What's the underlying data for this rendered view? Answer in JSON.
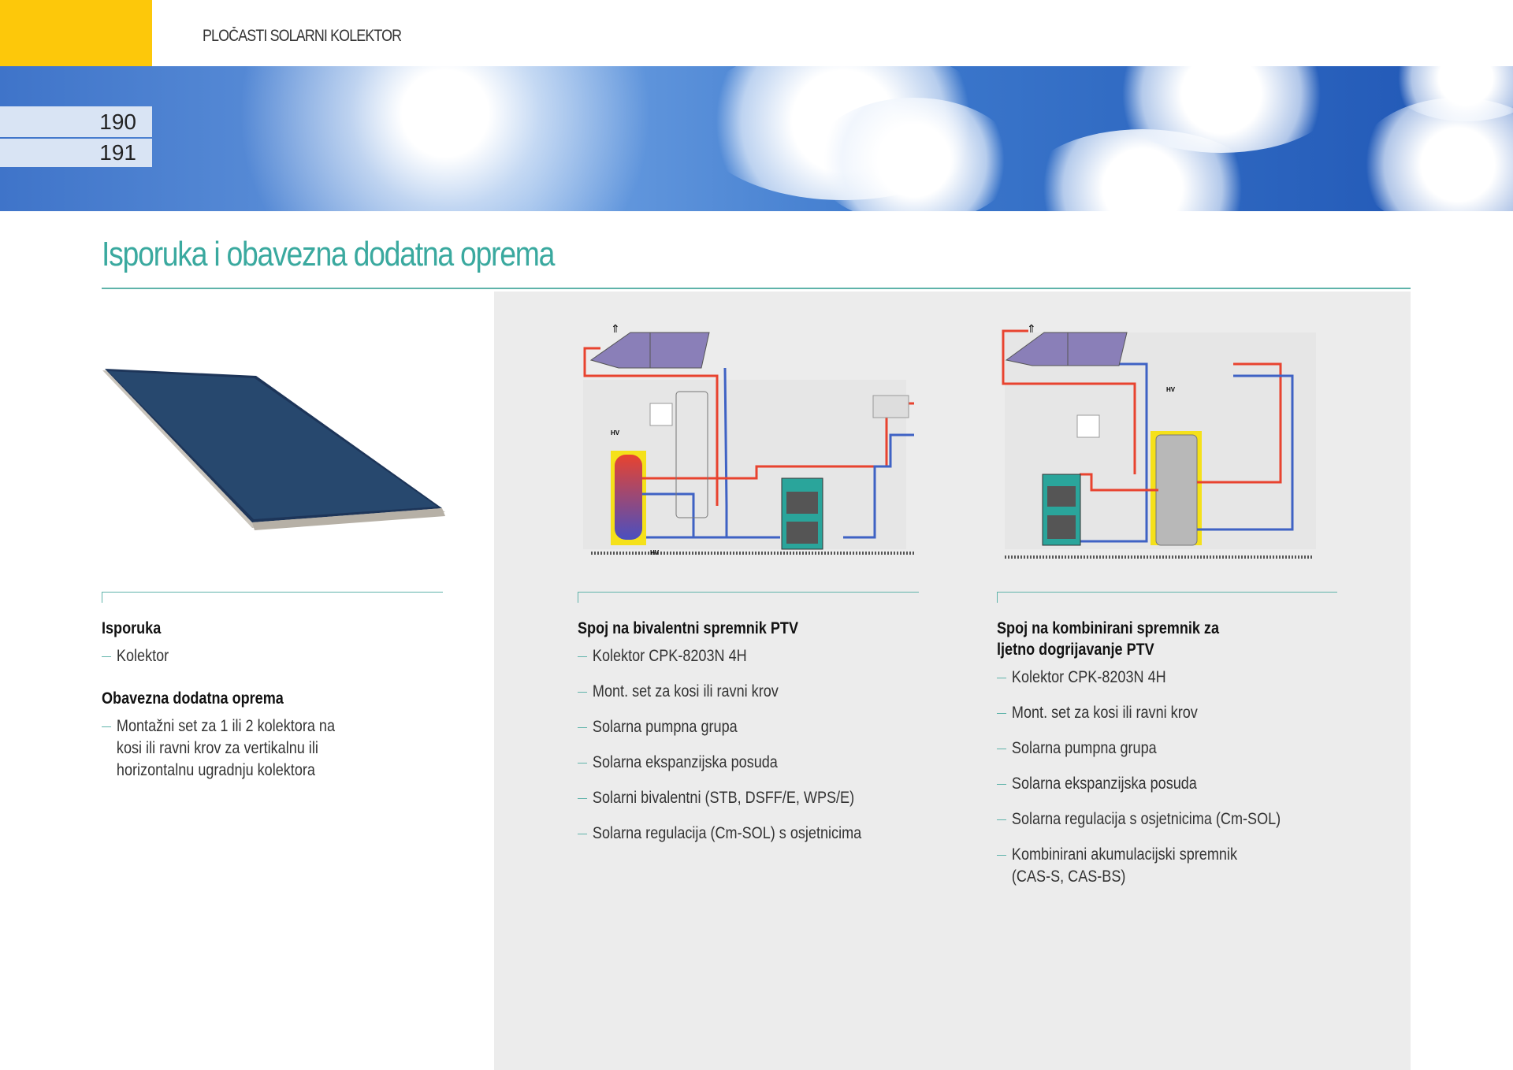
{
  "header": {
    "section_title": "PLOČASTI SOLARNI KOLEKTOR",
    "pages": [
      "190",
      "191"
    ]
  },
  "title": "Isporuka i obavezna dodatna oprema",
  "columns": [
    {
      "heading": "Isporuka",
      "items": [
        "Kolektor"
      ],
      "heading2": "Obavezna dodatna oprema",
      "items2": [
        "Montažni set za 1 ili 2 kolektora na kosi ili ravni krov za vertikalnu ili horizontalnu ugradnju kolektora"
      ]
    },
    {
      "heading": "Spoj na bivalentni spremnik PTV",
      "items": [
        "Kolektor CPK-8203N 4H",
        "Mont. set za kosi ili ravni krov",
        "Solarna pumpna grupa",
        "Solarna ekspanzijska posuda",
        "Solarni bivalentni (STB, DSFF/E, WPS/E)",
        "Solarna regulacija (Cm-SOL) s osjetnicima"
      ]
    },
    {
      "heading": "Spoj na kombinirani spremnik za ljetno dogrijavanje PTV",
      "items": [
        "Kolektor CPK-8203N 4H",
        "Mont. set za kosi ili ravni krov",
        "Solarna pumpna grupa",
        "Solarna ekspanzijska posuda",
        "Solarna regulacija s osjetnicima (Cm-SOL)",
        "Kombinirani akumulacijski spremnik (CAS-S, CAS-BS)"
      ]
    }
  ],
  "diagram_labels": {
    "hv": "HV"
  },
  "colors": {
    "accent": "#3aa99f",
    "yellow": "#fdc80a",
    "hot": "#e8432f",
    "cold": "#3f62c4"
  }
}
